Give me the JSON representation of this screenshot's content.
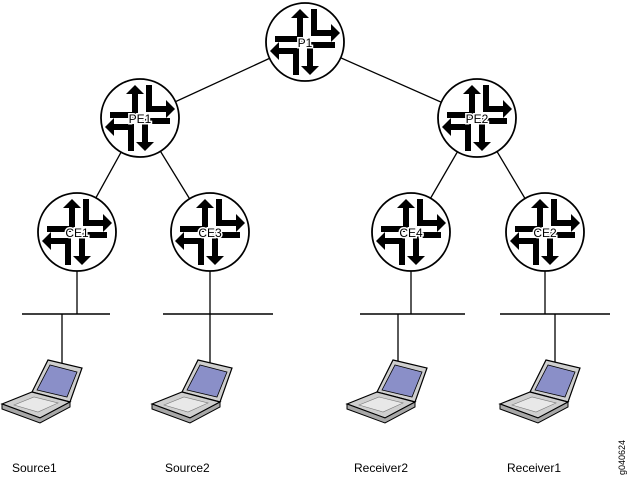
{
  "routers": [
    {
      "id": "P1",
      "label": "P1"
    },
    {
      "id": "PE1",
      "label": "PE1"
    },
    {
      "id": "PE2",
      "label": "PE2"
    },
    {
      "id": "CE1",
      "label": "CE1"
    },
    {
      "id": "CE3",
      "label": "CE3"
    },
    {
      "id": "CE4",
      "label": "CE4"
    },
    {
      "id": "CE2",
      "label": "CE2"
    }
  ],
  "hosts": [
    {
      "id": "Source1",
      "label": "Source1"
    },
    {
      "id": "Source2",
      "label": "Source2"
    },
    {
      "id": "Receiver2",
      "label": "Receiver2"
    },
    {
      "id": "Receiver1",
      "label": "Receiver1"
    }
  ],
  "links": [
    [
      "P1",
      "PE1"
    ],
    [
      "P1",
      "PE2"
    ],
    [
      "PE1",
      "CE1"
    ],
    [
      "PE1",
      "CE3"
    ],
    [
      "PE2",
      "CE4"
    ],
    [
      "PE2",
      "CE2"
    ]
  ],
  "figure_id": "g040624",
  "colors": {
    "line": "#000000",
    "router_fill": "#ffffff",
    "laptop_body": "#cfcfcf",
    "laptop_screen": "#8a8fc8"
  }
}
